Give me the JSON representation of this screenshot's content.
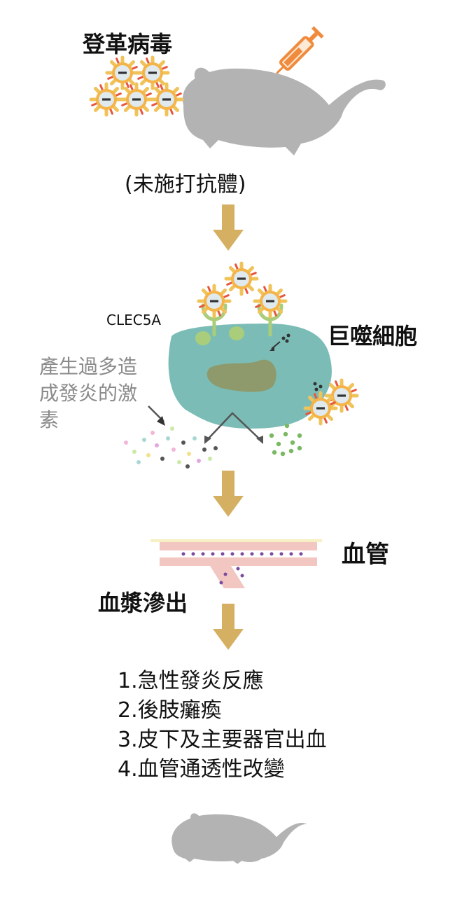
{
  "labels": {
    "virus": "登革病毒",
    "no_antibody": "(未施打抗體)",
    "receptor": "CLEC5A",
    "macrophage": "巨噬細胞",
    "cytokines": "產生過多造成發炎的激素",
    "vessel": "血管",
    "plasma_leakage": "血漿滲出"
  },
  "symptoms": [
    "1.急性發炎反應",
    "2.後肢癱瘓",
    "3.皮下及主要器官出血",
    "4.血管通透性改變"
  ],
  "colors": {
    "arrow": "#d5b063",
    "mouse": "#b3b3b3",
    "macrophage": "#7bbdb6",
    "nucleus": "#8e9a6b",
    "receptor": "#a9cd7a",
    "virus_ring": "#f0c35a",
    "virus_core": "#dfe9ee",
    "syringe": "#f08a3c"
  },
  "icons": [
    "syringe-icon",
    "mouse-icon",
    "virus-icon",
    "receptor-icon",
    "arrow-down-icon"
  ]
}
